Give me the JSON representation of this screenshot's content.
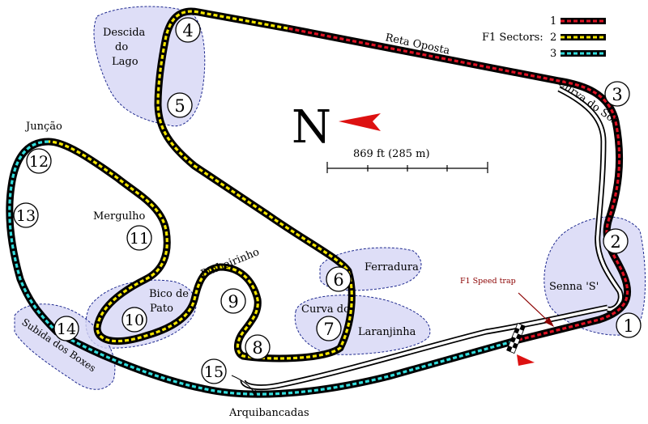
{
  "north_label": "N",
  "scale_label": "869 ft (285 m)",
  "legend": {
    "prefix": "F1 Sectors:",
    "items": [
      {
        "number": "1",
        "color": "#dd1122"
      },
      {
        "number": "2",
        "color": "#f4e500"
      },
      {
        "number": "3",
        "color": "#33dddd"
      }
    ]
  },
  "turns": [
    "1",
    "2",
    "3",
    "4",
    "5",
    "6",
    "7",
    "8",
    "9",
    "10",
    "11",
    "12",
    "13",
    "14",
    "15"
  ],
  "places": {
    "descida": [
      "Descida",
      "do",
      "Lago"
    ],
    "reta": "Reta Oposta",
    "sol": "Curva do Sol",
    "juncao": "Junção",
    "mergulho": "Mergulho",
    "ferradura": "Ferradura",
    "senna": "Senna 'S'",
    "pinheirinho": "Pinheirinho",
    "bico": [
      "Bico de",
      "Pato"
    ],
    "curva_do": "Curva do",
    "laranjinha": "Laranjinha",
    "subida": "Subida dos Boxes",
    "arquibancadas": "Arquibancadas"
  },
  "speed_trap": "F1 Speed trap",
  "colors": {
    "track": "#000000",
    "zone_fill": "#d6d6f5",
    "zone_stroke": "#1f2a8f",
    "arrow": "#dd1111"
  }
}
